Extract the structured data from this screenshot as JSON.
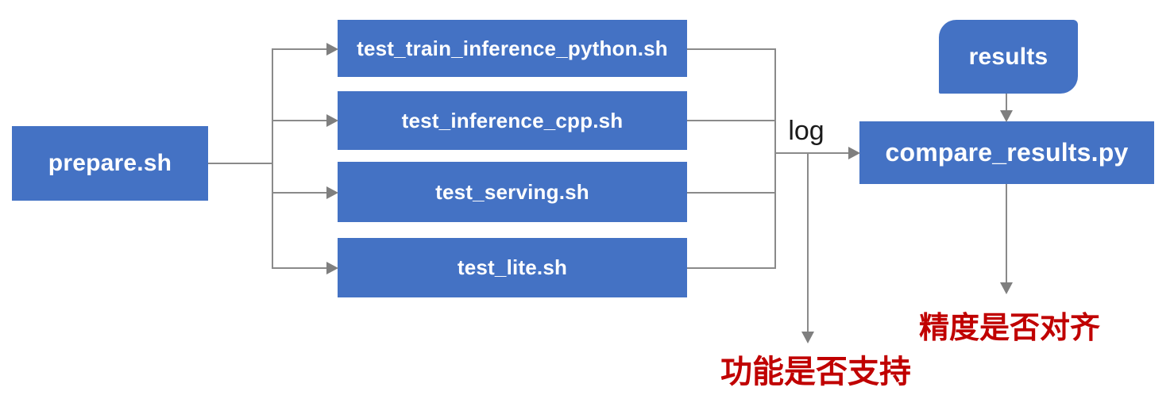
{
  "diagram": {
    "nodes": {
      "prepare": {
        "label": "prepare.sh"
      },
      "tests": [
        {
          "label": "test_train_inference_python.sh"
        },
        {
          "label": "test_inference_cpp.sh"
        },
        {
          "label": "test_serving.sh"
        },
        {
          "label": "test_lite.sh"
        }
      ],
      "results": {
        "label": "results"
      },
      "compare": {
        "label": "compare_results.py"
      }
    },
    "edge_labels": {
      "log": "log"
    },
    "annotations": {
      "function_support": "功能是否支持",
      "accuracy_alignment": "精度是否对齐"
    },
    "colors": {
      "node_fill": "#4472C4",
      "node_text": "#FFFFFF",
      "connector_gray": "#8A8A8A",
      "arrowhead_gray": "#7F7F7F",
      "annotation_red": "#C00000",
      "edge_label_black": "#1A1A1A",
      "background": "#FFFFFF"
    }
  }
}
